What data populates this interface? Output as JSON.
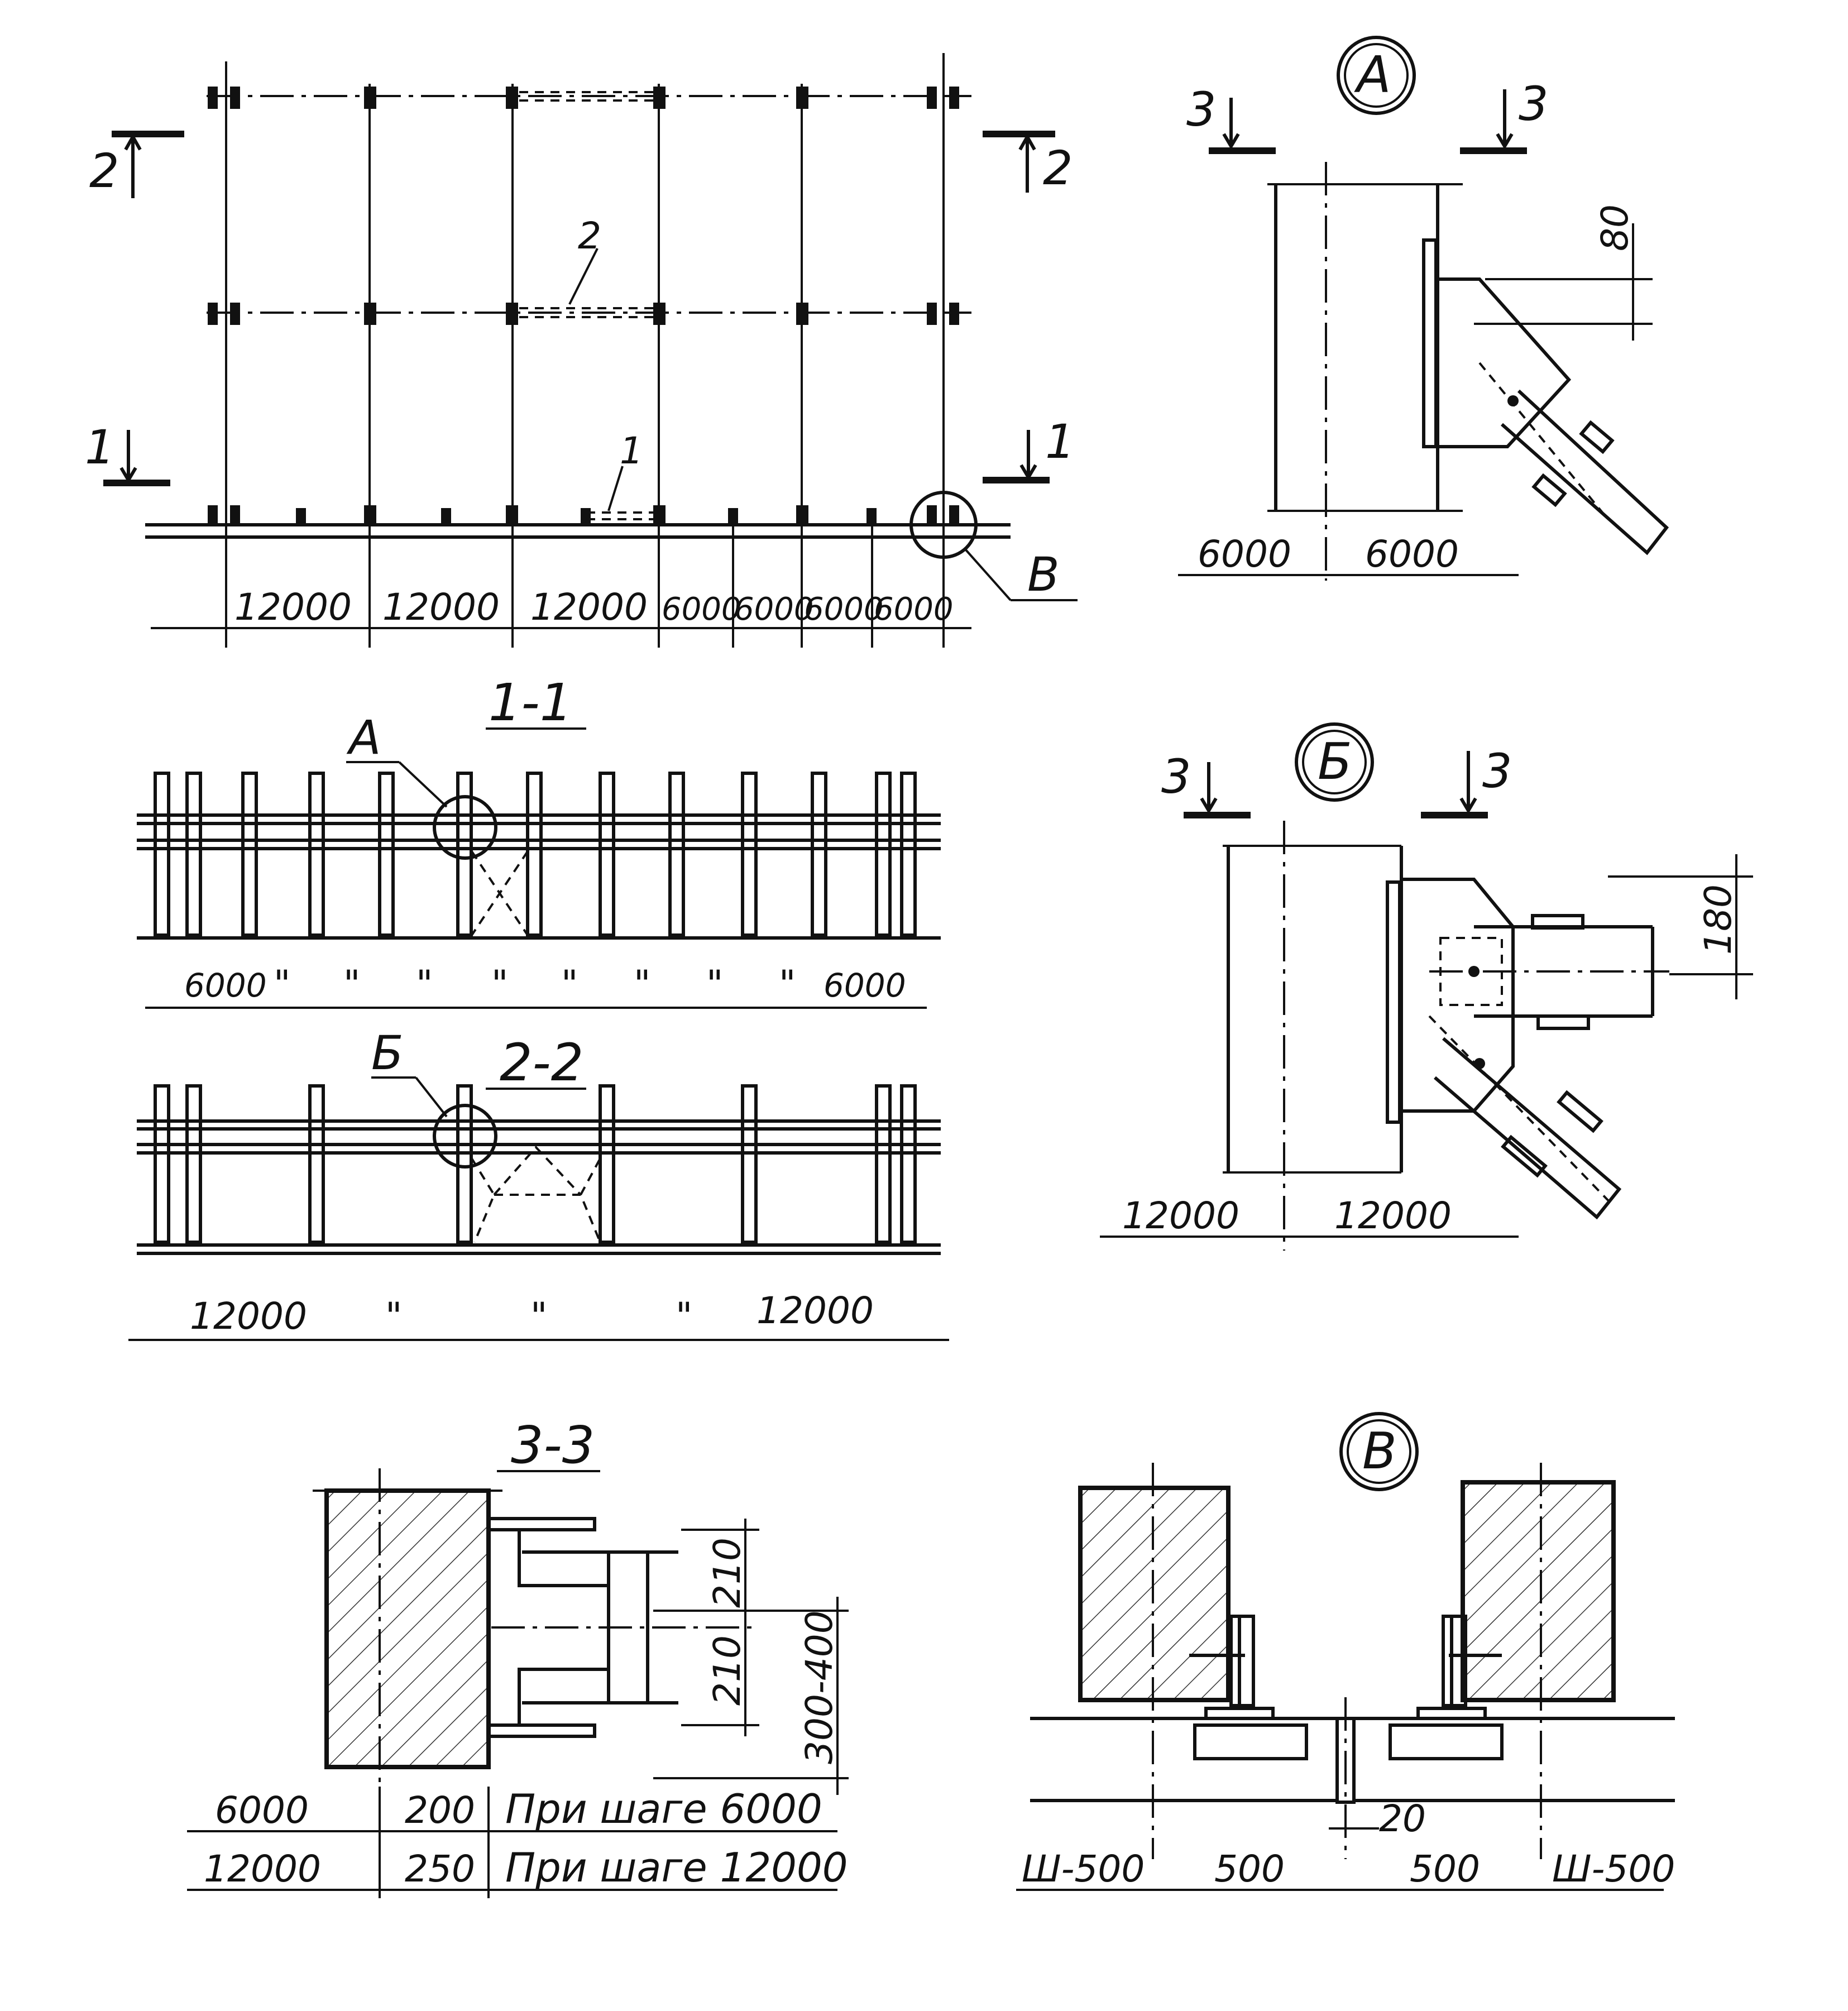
{
  "plan": {
    "section_marks": [
      "2",
      "2",
      "1",
      "1"
    ],
    "brace_labels": [
      "2",
      "1"
    ],
    "node_label": "В",
    "spans": [
      "12000",
      "12000",
      "12000",
      "6000",
      "6000",
      "6000",
      "6000"
    ]
  },
  "detail_a": {
    "title": "А",
    "cut_marks": [
      "3",
      "3"
    ],
    "dim_vertical": "80",
    "dims": [
      "6000",
      "6000"
    ]
  },
  "detail_b": {
    "title": "Б",
    "cut_marks": [
      "3",
      "3"
    ],
    "dim_vertical": "180",
    "dims": [
      "12000",
      "12000"
    ]
  },
  "section_1_1": {
    "title": "1-1",
    "callout": "А",
    "dims": [
      "6000",
      "\"",
      "\"",
      "\"",
      "\"",
      "\"",
      "\"",
      "\"",
      "\"",
      "6000"
    ]
  },
  "section_2_2": {
    "title": "2-2",
    "callout": "Б",
    "dims": [
      "12000",
      "\"",
      "\"",
      "\"",
      "12000"
    ]
  },
  "section_3_3": {
    "title": "3-3",
    "dims_vertical": [
      "210",
      "210",
      "300-400"
    ],
    "table": [
      {
        "step": "6000",
        "offset": "200",
        "note": "При шаге 6000"
      },
      {
        "step": "12000",
        "offset": "250",
        "note": "При шаге 12000"
      }
    ]
  },
  "detail_v": {
    "title": "В",
    "gap": "20",
    "dims": [
      "Ш-500",
      "500",
      "500",
      "Ш-500"
    ]
  }
}
